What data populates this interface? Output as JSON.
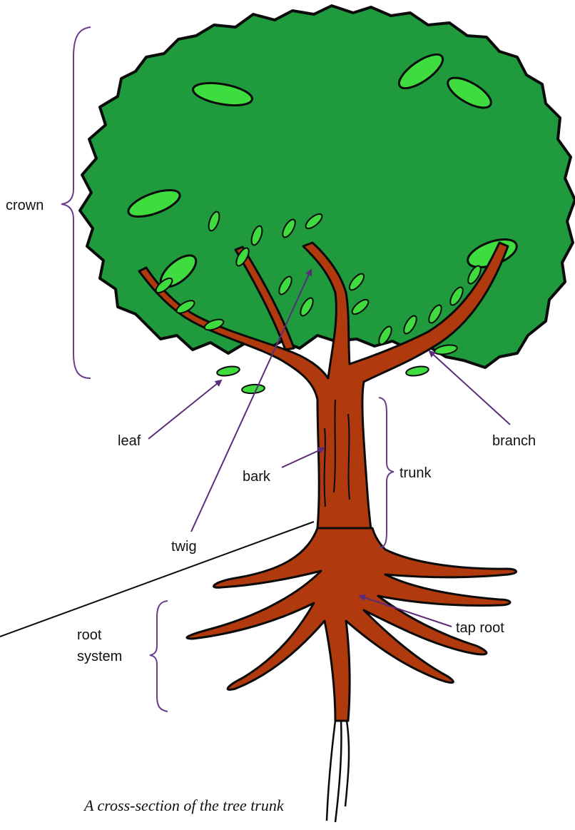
{
  "labels": {
    "crown": "crown",
    "leaf": "leaf",
    "twig": "twig",
    "bark": "bark",
    "trunk": "trunk",
    "branch": "branch",
    "root_system_line1": "root",
    "root_system_line2": "system",
    "tap_root": "tap root"
  },
  "caption": "A cross-section of the tree trunk",
  "colors": {
    "foliage": "#1f9a3c",
    "leaf_light": "#3fdc3f",
    "wood": "#b03a0e",
    "outline": "#0b0b0b",
    "arrow": "#5a2d7a",
    "bracket": "#6a3d8a"
  }
}
